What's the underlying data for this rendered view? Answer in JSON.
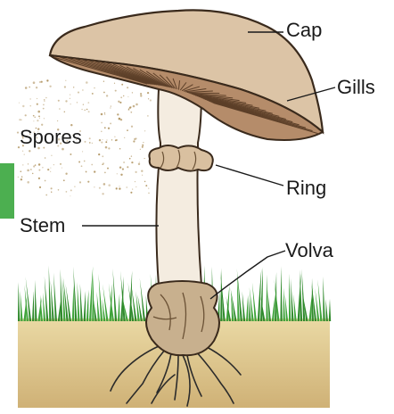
{
  "diagram": {
    "labels": {
      "cap": "Cap",
      "gills": "Gills",
      "spores": "Spores",
      "ring": "Ring",
      "stem": "Stem",
      "volva": "Volva"
    },
    "colors": {
      "cap": "#dcc4a6",
      "cap_edge": "#3a2a1c",
      "gills": "#b58c6a",
      "stem": "#f4ece0",
      "ring": "#d9c0a0",
      "volva": "#c8b08e",
      "grass": "#3fa33a",
      "soil_top": "#ead9a4",
      "soil_bottom": "#cfb176",
      "roots": "#2b2b2b",
      "spores": "#a98a52",
      "side_tab": "#4caf50"
    }
  }
}
